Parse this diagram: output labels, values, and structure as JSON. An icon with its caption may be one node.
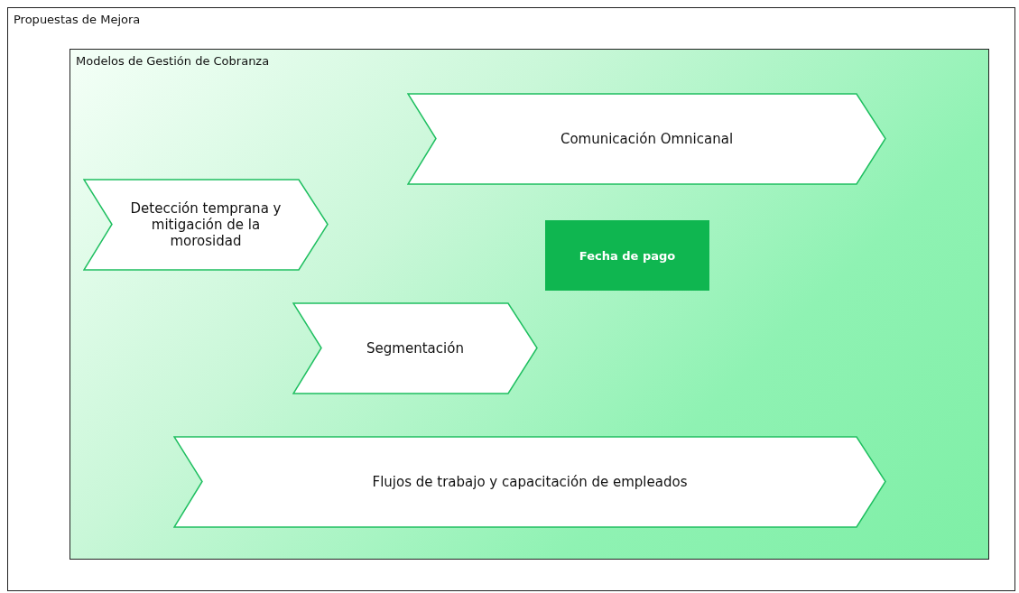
{
  "diagram": {
    "nodes": [
      {
        "text": [
          "Propuestas de Mejora"
        ]
      },
      {
        "text": [
          "Modelos de Gestión de Cobranza"
        ],
        "in": 0
      },
      {
        "text": [
          "Comunicación Omnicanal"
        ],
        "in": 1
      },
      {
        "text": [
          "Detección temprana y mitigación de la morosidad"
        ],
        "in": 1
      },
      {
        "text": [
          "Fecha de pago"
        ],
        "in": 1
      },
      {
        "text": [
          "Segmentación"
        ],
        "in": 1
      },
      {
        "text": [
          "Flujos de trabajo y capacitación de empleados"
        ],
        "in": 1
      }
    ]
  }
}
